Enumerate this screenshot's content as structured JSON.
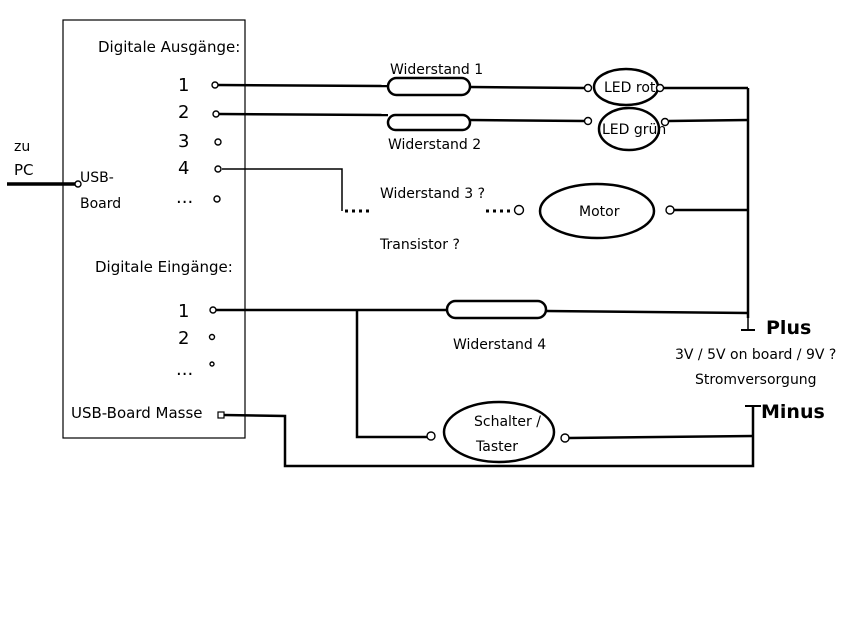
{
  "board": {
    "outputs_title": "Digitale Ausgänge:",
    "inputs_title": "Digitale Eingänge:",
    "out_pins": [
      "1",
      "2",
      "3",
      "4",
      "..."
    ],
    "in_pins": [
      "1",
      "2",
      "..."
    ],
    "usb_label_1": "USB-",
    "usb_label_2": "Board",
    "ground_label": "USB-Board Masse"
  },
  "pc": {
    "label_1": "zu",
    "label_2": "PC"
  },
  "components": {
    "resistor_1": "Widerstand 1",
    "resistor_2": "Widerstand 2",
    "resistor_3": "Widerstand 3 ?",
    "transistor": "Transistor ?",
    "resistor_4": "Widerstand 4",
    "led_red": "LED rot",
    "led_green": "LED grün",
    "motor": "Motor",
    "switch_1": "Schalter /",
    "switch_2": "Taster"
  },
  "power": {
    "plus": "Plus",
    "voltage": "3V / 5V on board / 9V ?",
    "supply": "Stromversorgung",
    "minus": "Minus"
  }
}
